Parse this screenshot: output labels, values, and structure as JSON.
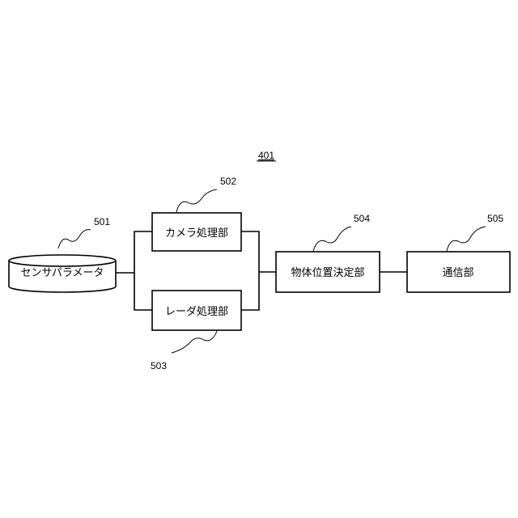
{
  "figure": {
    "ref": "401"
  },
  "blocks": {
    "sensor_params": {
      "label": "センサパラメータ",
      "ref": "501"
    },
    "camera_proc": {
      "label": "カメラ処理部",
      "ref": "502"
    },
    "radar_proc": {
      "label": "レーダ処理部",
      "ref": "503"
    },
    "object_pos": {
      "label": "物体位置決定部",
      "ref": "504"
    },
    "comm": {
      "label": "通信部",
      "ref": "505"
    }
  }
}
